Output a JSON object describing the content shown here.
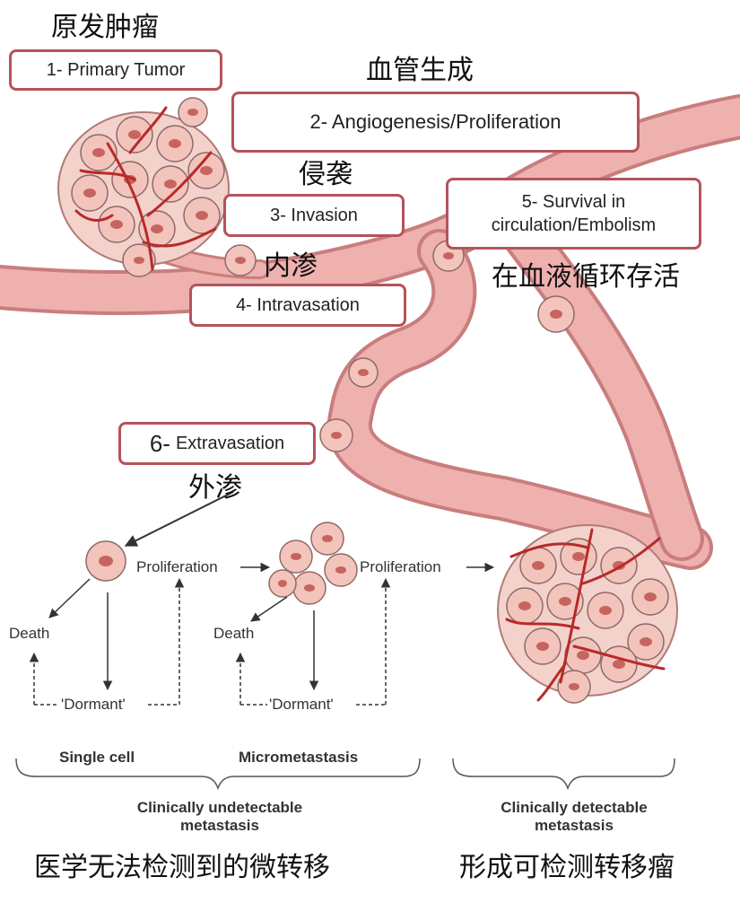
{
  "steps": [
    {
      "label": "1- Primary Tumor",
      "zh": "原发肿瘤"
    },
    {
      "label": "2- Angiogenesis/Proliferation",
      "zh": "血管生成"
    },
    {
      "label": "3- Invasion",
      "zh": "侵袭"
    },
    {
      "label": "4- Intravasation",
      "zh": "内渗"
    },
    {
      "label_line1": "5- Survival in",
      "label_line2": "circulation/Embolism",
      "zh": "在血液循环存活"
    },
    {
      "label_num": "6-",
      "label": "Extravasation",
      "zh": "外渗"
    }
  ],
  "fates": {
    "proliferation": "Proliferation",
    "death": "Death",
    "dormant": "'Dormant'",
    "single_cell": "Single cell",
    "micrometastasis": "Micrometastasis"
  },
  "groups": {
    "undetectable_line1": "Clinically undetectable",
    "undetectable_line2": "metastasis",
    "undetectable_zh": "医学无法检测到的微转移",
    "detectable_line1": "Clinically detectable",
    "detectable_line2": "metastasis",
    "detectable_zh": "形成可检测转移瘤"
  },
  "colors": {
    "vessel": "#e8a0a0",
    "vessel_edge": "#c46a6a",
    "capillary": "#b82a2a",
    "cell": "#f2c4bc",
    "nucleus": "#c7645f",
    "box_border": "#b5535a"
  }
}
